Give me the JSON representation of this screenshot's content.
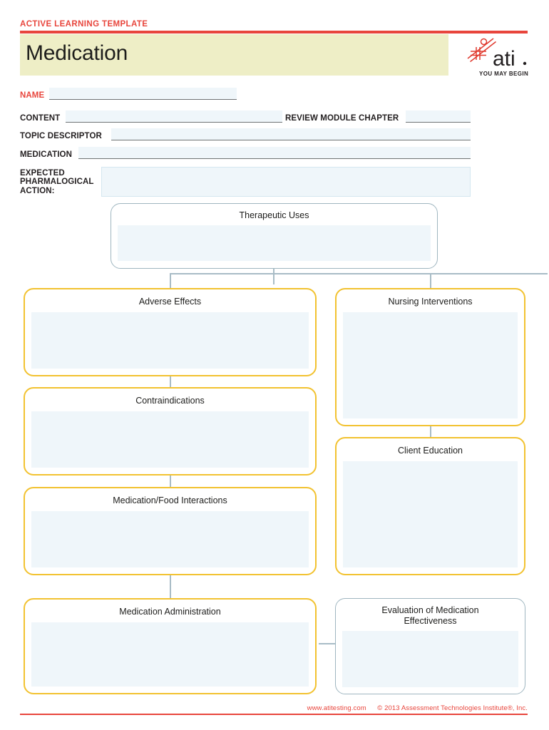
{
  "header": {
    "kicker": "ACTIVE LEARNING TEMPLATE",
    "title": "Medication",
    "logo_name": "ati-logo",
    "logo_wordmark": "ati.",
    "logo_tagline": "YOU MAY BEGIN",
    "rule_color": "#e8453c",
    "title_band_color": "#eeeec6"
  },
  "fields": {
    "name": {
      "label": "NAME",
      "value": "",
      "placeholder": ""
    },
    "content": {
      "label": "CONTENT",
      "value": "",
      "placeholder": ""
    },
    "review_module_chapter": {
      "label": "REVIEW MODULE CHAPTER",
      "value": "",
      "placeholder": ""
    },
    "topic_descriptor": {
      "label": "TOPIC DESCRIPTOR",
      "value": "",
      "placeholder": ""
    },
    "medication": {
      "label": "MEDICATION",
      "value": "",
      "placeholder": ""
    },
    "expected_pharmalogical_action": {
      "label_line1": "EXPECTED",
      "label_line2": "PHARMALOGICAL",
      "label_line3": "ACTION:",
      "value": "",
      "placeholder": ""
    }
  },
  "nodes": {
    "therapeutic_uses": {
      "title": "Therapeutic Uses",
      "value": "",
      "border": "#9fb6c0"
    },
    "adverse_effects": {
      "title": "Adverse Effects",
      "value": "",
      "border": "#f2c230"
    },
    "contraindications": {
      "title": "Contraindications",
      "value": "",
      "border": "#f2c230"
    },
    "medication_food_interactions": {
      "title": "Medication/Food Interactions",
      "value": "",
      "border": "#f2c230"
    },
    "medication_administration": {
      "title": "Medication Administration",
      "value": "",
      "border": "#f2c230"
    },
    "nursing_interventions": {
      "title": "Nursing Interventions",
      "value": "",
      "border": "#f2c230"
    },
    "client_education": {
      "title": "Client Education",
      "value": "",
      "border": "#f2c230"
    },
    "evaluation_of_medication_effectiveness": {
      "title_line1": "Evaluation of Medication",
      "title_line2": "Effectiveness",
      "value": "",
      "border": "#9fb6c0"
    }
  },
  "footer": {
    "website": "www.atitesting.com",
    "copyright": "© 2013 Assessment Technologies Institute®, Inc.",
    "color": "#e8453c"
  },
  "colors": {
    "accent_red": "#e8453c",
    "gold": "#f2c230",
    "slate": "#9fb6c0",
    "fill_blue": "#eff6fa",
    "band_cream": "#eeeec6"
  }
}
